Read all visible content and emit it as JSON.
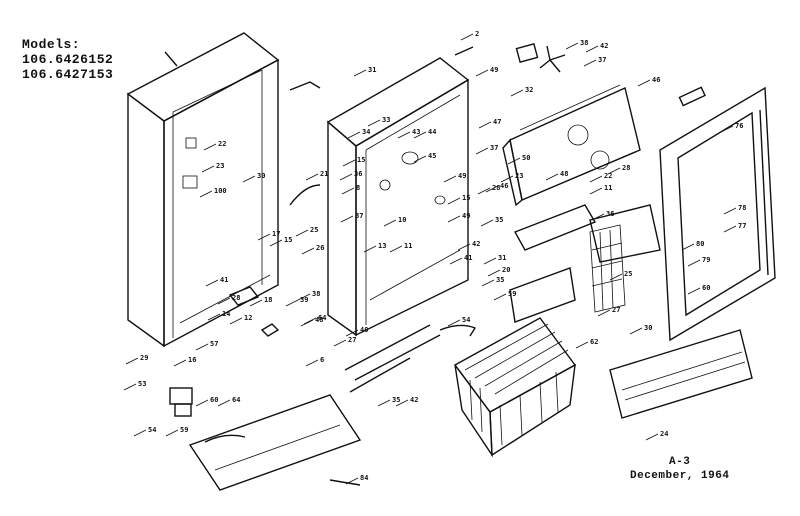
{
  "header": {
    "title": "Models:",
    "models": [
      "106.6426152",
      "106.6427153"
    ]
  },
  "footer": {
    "page": "A-3",
    "date": "December, 1964"
  },
  "callouts": {
    "top_right": [
      "2",
      "49",
      "38",
      "42",
      "37",
      "32",
      "46"
    ],
    "cabinet": [
      "22",
      "23",
      "100",
      "30"
    ],
    "liner": [
      "33",
      "34",
      "31",
      "43",
      "44",
      "45",
      "15",
      "36",
      "8",
      "37",
      "13",
      "11",
      "10",
      "40",
      "27"
    ],
    "controls": [
      "41",
      "28",
      "18",
      "12",
      "21",
      "25",
      "26",
      "39",
      "38",
      "48",
      "14",
      "17",
      "15"
    ],
    "panels": [
      "47",
      "48",
      "37",
      "50",
      "46",
      "23",
      "22",
      "28",
      "11"
    ],
    "door": [
      "76",
      "78",
      "77",
      "79",
      "80",
      "60"
    ],
    "lower": [
      "49",
      "28",
      "15",
      "35",
      "49",
      "42",
      "41",
      "31",
      "54",
      "20",
      "35",
      "27",
      "59",
      "62",
      "25",
      "36",
      "30"
    ],
    "bottom": [
      "29",
      "53",
      "54",
      "59",
      "60",
      "64",
      "16",
      "57",
      "64",
      "6",
      "24",
      "35",
      "42",
      "84"
    ]
  }
}
